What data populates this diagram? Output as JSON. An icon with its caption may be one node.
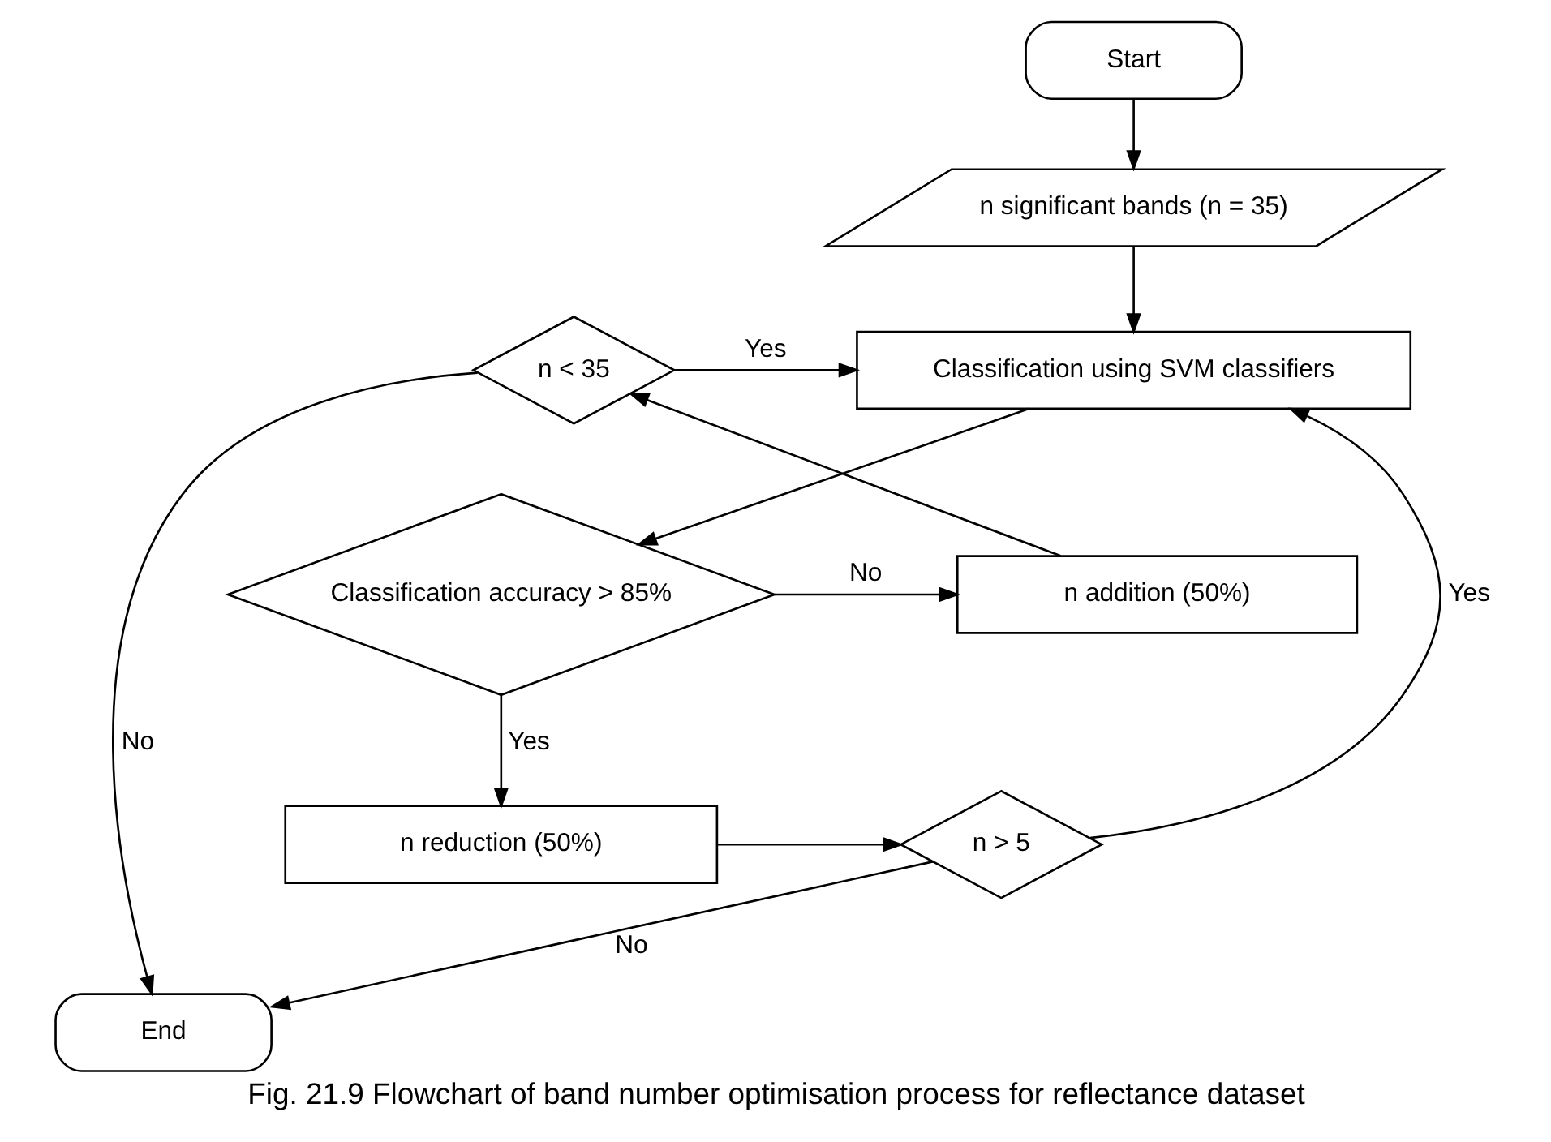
{
  "diagram": {
    "caption": "Fig. 21.9 Flowchart of band number optimisation process for reflectance dataset",
    "nodes": [
      {
        "text": [
          "Start"
        ]
      },
      {
        "text": [
          "n significant bands (n = 35)"
        ]
      },
      {
        "text": [
          "Classification using SVM classifiers"
        ]
      },
      {
        "text": [
          "Classification accuracy > 85%"
        ]
      },
      {
        "text": [
          "n addition (50%)"
        ]
      },
      {
        "text": [
          "n < 35"
        ]
      },
      {
        "text": [
          "n reduction (50%)"
        ]
      },
      {
        "text": [
          "n > 5"
        ]
      },
      {
        "text": [
          "End"
        ]
      }
    ],
    "edges": [
      {
        "from": 0,
        "to": 1,
        "arrow": "to"
      },
      {
        "from": 1,
        "to": 2,
        "arrow": "to"
      },
      {
        "from": 2,
        "to": 3,
        "arrow": "to"
      },
      {
        "from": 3,
        "to": 4,
        "arrow": "to",
        "label": "No"
      },
      {
        "from": 4,
        "to": 5,
        "arrow": "to"
      },
      {
        "from": 5,
        "to": 2,
        "arrow": "to",
        "label": "Yes"
      },
      {
        "from": 5,
        "to": 8,
        "arrow": "to",
        "label": "No"
      },
      {
        "from": 3,
        "to": 6,
        "arrow": "to",
        "label": "Yes"
      },
      {
        "from": 6,
        "to": 7,
        "arrow": "to"
      },
      {
        "from": 7,
        "to": 2,
        "arrow": "to",
        "label": "Yes"
      },
      {
        "from": 7,
        "to": 8,
        "arrow": "to",
        "label": "No"
      }
    ]
  }
}
